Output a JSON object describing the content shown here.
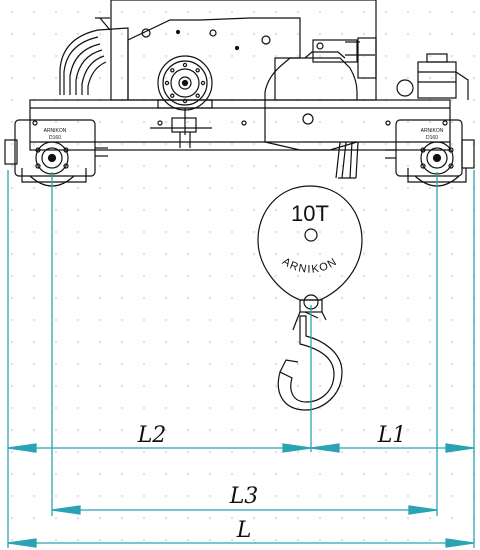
{
  "drawing": {
    "hook_capacity": "10T",
    "hook_brand": "ARNIKON",
    "left_wheel_brand": "ARNIKON",
    "left_wheel_model": "D160",
    "right_wheel_brand": "ARNIKON",
    "right_wheel_model": "D160"
  },
  "dimensions": {
    "l1": "L1",
    "l2": "L2",
    "l3": "L3",
    "l": "L"
  },
  "colors": {
    "line": "#111111",
    "dimension": "#2aa3b3",
    "background": "#ffffff",
    "dot_grid": "#e3e3e3"
  }
}
